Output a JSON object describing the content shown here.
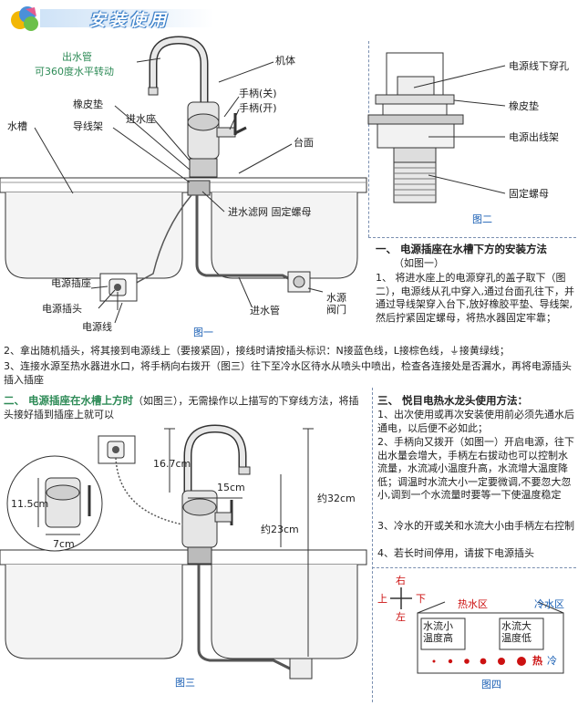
{
  "header": {
    "title": "安装使用"
  },
  "fig1": {
    "caption": "图一",
    "labels": {
      "outlet_pipe": "出水管",
      "rotate": "可360度水平转动",
      "body": "机体",
      "handle_off": "手柄(关)",
      "handle_on": "手柄(开)",
      "gasket": "橡皮垫",
      "inlet_seat": "进水座",
      "wire_rack": "导线架",
      "sink": "水槽",
      "countertop": "台面",
      "filter_nut": "进水滤网 固定螺母",
      "socket": "电源插座",
      "plug": "电源插头",
      "cord": "电源线",
      "inlet_pipe": "进水管",
      "valve": "水源阀门"
    }
  },
  "fig2": {
    "caption": "图二",
    "labels": {
      "hole": "电源线下穿孔",
      "gasket": "橡皮垫",
      "rack": "电源出线架",
      "nut": "固定螺母"
    }
  },
  "section1": {
    "title": "一、 电源插座在水槽下方的安装方法",
    "subtitle": "（如图一）",
    "body": "1、 将进水座上的电源穿孔的盖子取下（图二），电源线从孔中穿入,通过台面孔往下，并通过导线架穿入台下,放好橡胶平垫、导线架,然后拧紧固定螺母，将热水器固定牢靠；"
  },
  "steps_full": [
    "2、拿出随机插头，将其接到电源线上（要接紧固），接线时请按插头标识：N接蓝色线，L接棕色线，⏚接黄绿线；",
    "3、连接水源至热水器进水口，将手柄向右拨开（图三）往下至冷水区待水从喷头中喷出，检查各连接处是否漏水，再将电源插头插入插座"
  ],
  "section2": {
    "title": "二、 电源插座在水槽上方时",
    "title_rest": "（如图三），无需操作以上描写的下穿线方法，将插头接好插到插座上就可以"
  },
  "fig3": {
    "caption": "图三",
    "dims": {
      "d1": "16.7cm",
      "d2": "15cm",
      "d3": "约32cm",
      "d4": "约23cm",
      "d5": "11.5cm",
      "d6": "7cm"
    }
  },
  "section3": {
    "title": "三、 悦目电热水龙头使用方法：",
    "items": [
      "1、出次使用或再次安装使用前必须先通水后通电，以后便不必如此；",
      "2、手柄向又拨开（如图一）开启电源，往下出水量会增大，手柄左右拔动也可以控制水流量，水流减小温度升高，水流增大温度降低；调温时水流大小一定要微调,不要忽大忽小,调到一个水流量时要等一下使温度稳定",
      "3、冷水的开或关和水流大小由手柄左右控制",
      "4、若长时间停用，请拔下电源插头"
    ]
  },
  "fig4": {
    "caption": "图四",
    "dir_up": "右",
    "dir_left": "上",
    "dir_right": "下",
    "dir_down": "左",
    "hot": "热水区",
    "cold": "冷水区",
    "left_box": "水流小\n温度高",
    "right_box": "水流大\n温度低",
    "hot_word": "热",
    "cold_word": "冷",
    "colors": {
      "hot": "#cc1111",
      "cold": "#1a5fb4"
    }
  }
}
